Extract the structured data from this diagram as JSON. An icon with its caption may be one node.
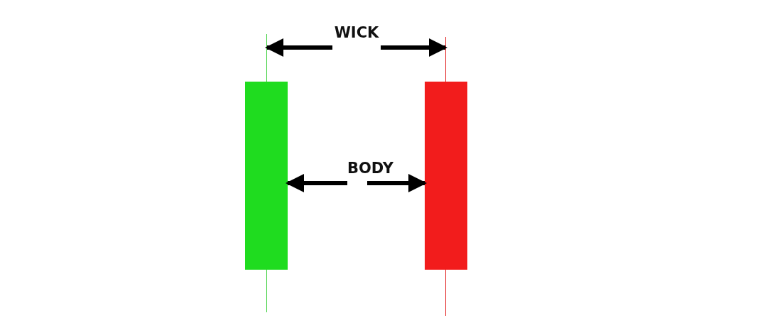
{
  "diagram": {
    "nodes": [
      {
        "text": [
          "WICK"
        ]
      },
      {
        "text": [
          "BODY"
        ]
      },
      {
        "text": [],
        "shape": "line"
      },
      {
        "text": [],
        "shape": "bar"
      },
      {
        "text": [],
        "shape": "bar"
      },
      {
        "text": [],
        "shape": "line"
      }
    ],
    "edges": [
      {
        "from": 0,
        "to": 2,
        "arrow": "to"
      },
      {
        "from": 0,
        "to": 5,
        "arrow": "to"
      },
      {
        "from": 1,
        "to": 3,
        "arrow": "to"
      },
      {
        "from": 1,
        "to": 4,
        "arrow": "to"
      }
    ]
  }
}
